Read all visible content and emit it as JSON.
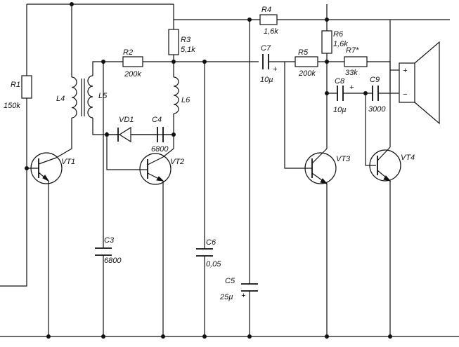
{
  "components": {
    "r1": {
      "ref": "R1",
      "value": "150k"
    },
    "r2": {
      "ref": "R2",
      "value": "200k"
    },
    "r3": {
      "ref": "R3",
      "value": "5,1k"
    },
    "r4": {
      "ref": "R4",
      "value": "1,6k"
    },
    "r5": {
      "ref": "R5",
      "value": "200k"
    },
    "r6": {
      "ref": "R6",
      "value": "1,6k"
    },
    "r7": {
      "ref": "R7*",
      "value": "33k"
    },
    "c3": {
      "ref": "C3",
      "value": "6800"
    },
    "c4": {
      "ref": "C4",
      "value": "6800"
    },
    "c5": {
      "ref": "C5",
      "value": "25µ"
    },
    "c6": {
      "ref": "C6",
      "value": "0,05"
    },
    "c7": {
      "ref": "C7",
      "value": "10µ"
    },
    "c8": {
      "ref": "C8",
      "value": "10µ"
    },
    "c9": {
      "ref": "C9",
      "value": "3000"
    },
    "l4": {
      "ref": "L4"
    },
    "l5": {
      "ref": "L5"
    },
    "l6": {
      "ref": "L6"
    },
    "vd1": {
      "ref": "VD1"
    },
    "vt1": {
      "ref": "VT1"
    },
    "vt2": {
      "ref": "VT2"
    },
    "vt3": {
      "ref": "VT3"
    },
    "vt4": {
      "ref": "VT4"
    }
  },
  "polarity": {
    "plus": "+",
    "minus": "−"
  }
}
